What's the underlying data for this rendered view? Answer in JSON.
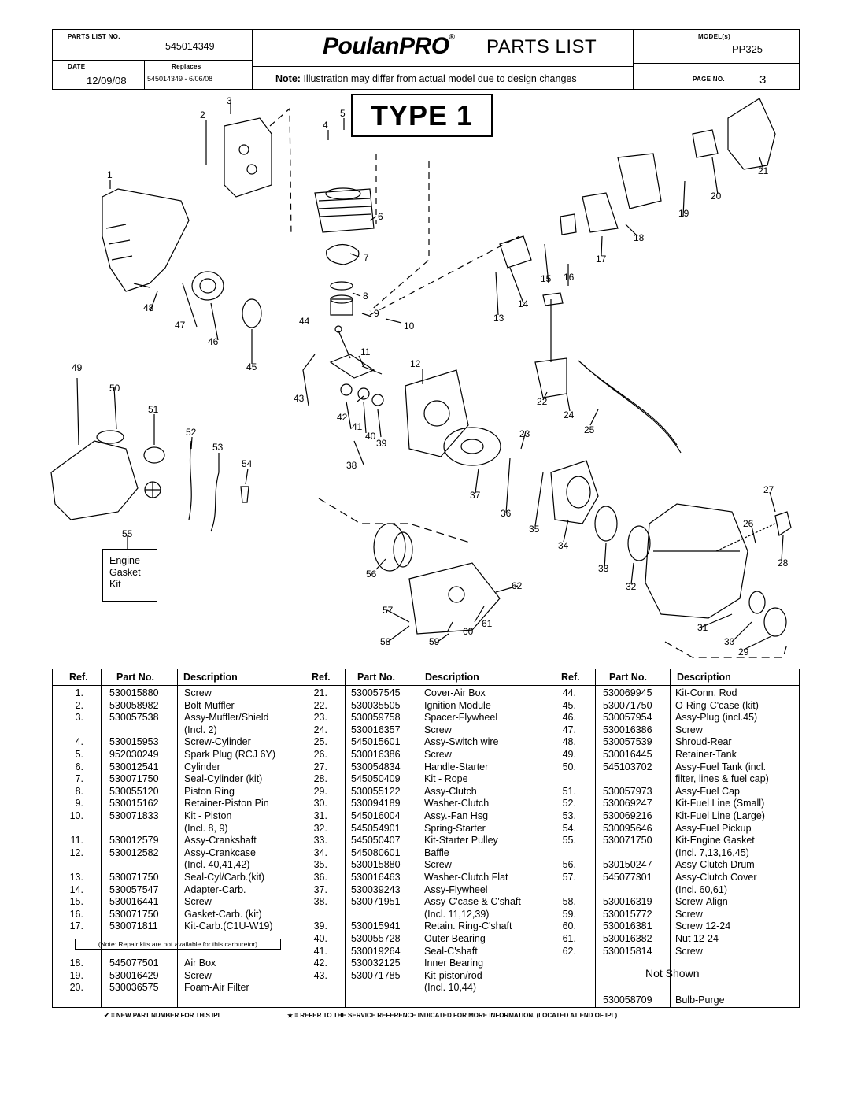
{
  "header": {
    "parts_list_no_label": "PARTS LIST NO.",
    "parts_list_no": "545014349",
    "date_label": "DATE",
    "date": "12/09/08",
    "replaces_label": "Replaces",
    "replaces": "545014349 - 6/06/08",
    "brand_poulan": "Poulan",
    "brand_pro": "PRO",
    "brand_reg": "®",
    "title": "PARTS LIST",
    "models_label": "MODEL(s)",
    "model": "PP325",
    "note_label": "Note:",
    "note_text": "Illustration may differ from actual model due to design changes",
    "page_label": "PAGE   NO.",
    "page_no": "3"
  },
  "type_label": "TYPE 1",
  "kit_box": {
    "line1": "Engine",
    "line2": "Gasket",
    "line3": "Kit"
  },
  "callouts": [
    "1",
    "2",
    "3",
    "4",
    "5",
    "6",
    "7",
    "8",
    "9",
    "10",
    "11",
    "12",
    "13",
    "14",
    "15",
    "16",
    "17",
    "18",
    "19",
    "20",
    "21",
    "22",
    "23",
    "24",
    "25",
    "26",
    "27",
    "28",
    "29",
    "30",
    "31",
    "32",
    "33",
    "34",
    "35",
    "36",
    "37",
    "38",
    "39",
    "40",
    "41",
    "42",
    "43",
    "44",
    "45",
    "46",
    "47",
    "48",
    "49",
    "50",
    "51",
    "52",
    "53",
    "54",
    "55",
    "56",
    "57",
    "58",
    "59",
    "60",
    "61",
    "62"
  ],
  "table_headers": {
    "ref": "Ref.",
    "part_no": "Part No.",
    "description": "Description"
  },
  "col1": [
    {
      "ref": "1.",
      "pn": "530015880",
      "desc": "Screw"
    },
    {
      "ref": "2.",
      "pn": "530058982",
      "desc": "Bolt-Muffler"
    },
    {
      "ref": "3.",
      "pn": "530057538",
      "desc": "Assy-Muffler/Shield"
    },
    {
      "ref": "",
      "pn": "",
      "desc": "(Incl. 2)"
    },
    {
      "ref": "4.",
      "pn": "530015953",
      "desc": "Screw-Cylinder"
    },
    {
      "ref": "5.",
      "pn": "952030249",
      "desc": "Spark Plug (RCJ 6Y)"
    },
    {
      "ref": "6.",
      "pn": "530012541",
      "desc": "Cylinder"
    },
    {
      "ref": "7.",
      "pn": "530071750",
      "desc": "Seal-Cylinder (kit)"
    },
    {
      "ref": "8.",
      "pn": "530055120",
      "desc": "Piston Ring"
    },
    {
      "ref": "9.",
      "pn": "530015162",
      "desc": "Retainer-Piston Pin"
    },
    {
      "ref": "10.",
      "pn": "530071833",
      "desc": "Kit - Piston"
    },
    {
      "ref": "",
      "pn": "",
      "desc": "(Incl. 8, 9)"
    },
    {
      "ref": "11.",
      "pn": "530012579",
      "desc": "Assy-Crankshaft"
    },
    {
      "ref": "12.",
      "pn": "530012582",
      "desc": "Assy-Crankcase"
    },
    {
      "ref": "",
      "pn": "",
      "desc": "(Incl. 40,41,42)"
    },
    {
      "ref": "13.",
      "pn": "530071750",
      "desc": "Seal-Cyl/Carb.(kit)"
    },
    {
      "ref": "14.",
      "pn": "530057547",
      "desc": "Adapter-Carb."
    },
    {
      "ref": "15.",
      "pn": "530016441",
      "desc": "Screw"
    },
    {
      "ref": "16.",
      "pn": "530071750",
      "desc": "Gasket-Carb. (kit)"
    },
    {
      "ref": "17.",
      "pn": "530071811",
      "desc": "Kit-Carb.(C1U-W19)"
    }
  ],
  "repair_note": "(Note: Repair kits are not available for this carburetor)",
  "col1b": [
    {
      "ref": "18.",
      "pn": "545077501",
      "desc": "Air Box"
    },
    {
      "ref": "19.",
      "pn": "530016429",
      "desc": "Screw"
    },
    {
      "ref": "20.",
      "pn": "530036575",
      "desc": "Foam-Air Filter"
    }
  ],
  "col2": [
    {
      "ref": "21.",
      "pn": "530057545",
      "desc": "Cover-Air Box"
    },
    {
      "ref": "22.",
      "pn": "530035505",
      "desc": "Ignition Module"
    },
    {
      "ref": "23.",
      "pn": "530059758",
      "desc": "Spacer-Flywheel"
    },
    {
      "ref": "24.",
      "pn": "530016357",
      "desc": "Screw"
    },
    {
      "ref": "25.",
      "pn": "545015601",
      "desc": "Assy-Switch wire"
    },
    {
      "ref": "26.",
      "pn": "530016386",
      "desc": "Screw"
    },
    {
      "ref": "27.",
      "pn": "530054834",
      "desc": "Handle-Starter"
    },
    {
      "ref": "28.",
      "pn": "545050409",
      "desc": "Kit - Rope"
    },
    {
      "ref": "29.",
      "pn": "530055122",
      "desc": "Assy-Clutch"
    },
    {
      "ref": "30.",
      "pn": "530094189",
      "desc": "Washer-Clutch"
    },
    {
      "ref": "31.",
      "pn": "545016004",
      "desc": "Assy.-Fan Hsg"
    },
    {
      "ref": "32.",
      "pn": "545054901",
      "desc": "Spring-Starter"
    },
    {
      "ref": "33.",
      "pn": "545050407",
      "desc": "Kit-Starter Pulley"
    },
    {
      "ref": "34.",
      "pn": "545080601",
      "desc": "Baffle"
    },
    {
      "ref": "35.",
      "pn": "530015880",
      "desc": "Screw"
    },
    {
      "ref": "36.",
      "pn": "530016463",
      "desc": "Washer-Clutch Flat"
    },
    {
      "ref": "37.",
      "pn": "530039243",
      "desc": "Assy-Flywheel"
    },
    {
      "ref": "38.",
      "pn": "530071951",
      "desc": "Assy-C'case & C'shaft"
    },
    {
      "ref": "",
      "pn": "",
      "desc": "(Incl. 11,12,39)"
    },
    {
      "ref": "39.",
      "pn": "530015941",
      "desc": "Retain. Ring-C'shaft"
    },
    {
      "ref": "40.",
      "pn": "530055728",
      "desc": "Outer Bearing"
    },
    {
      "ref": "41.",
      "pn": "530019264",
      "desc": "Seal-C'shaft"
    },
    {
      "ref": "42.",
      "pn": "530032125",
      "desc": "Inner Bearing"
    },
    {
      "ref": "43.",
      "pn": "530071785",
      "desc": "Kit-piston/rod"
    },
    {
      "ref": "",
      "pn": "",
      "desc": "(Incl. 10,44)"
    }
  ],
  "col3": [
    {
      "ref": "44.",
      "pn": "530069945",
      "desc": "Kit-Conn. Rod"
    },
    {
      "ref": "45.",
      "pn": "530071750",
      "desc": "O-Ring-C'case (kit)"
    },
    {
      "ref": "46.",
      "pn": "530057954",
      "desc": "Assy-Plug (incl.45)"
    },
    {
      "ref": "47.",
      "pn": "530016386",
      "desc": "Screw"
    },
    {
      "ref": "48.",
      "pn": "530057539",
      "desc": "Shroud-Rear"
    },
    {
      "ref": "49.",
      "pn": "530016445",
      "desc": "Retainer-Tank"
    },
    {
      "ref": "50.",
      "pn": "545103702",
      "desc": "Assy-Fuel Tank (incl."
    },
    {
      "ref": "",
      "pn": "",
      "desc": "filter, lines & fuel cap)"
    },
    {
      "ref": "51.",
      "pn": "530057973",
      "desc": "Assy-Fuel Cap"
    },
    {
      "ref": "52.",
      "pn": "530069247",
      "desc": "Kit-Fuel Line (Small)"
    },
    {
      "ref": "53.",
      "pn": "530069216",
      "desc": "Kit-Fuel Line (Large)"
    },
    {
      "ref": "54.",
      "pn": "530095646",
      "desc": "Assy-Fuel Pickup"
    },
    {
      "ref": "55.",
      "pn": "530071750",
      "desc": "Kit-Engine Gasket"
    },
    {
      "ref": "",
      "pn": "",
      "desc": "(Incl. 7,13,16,45)"
    },
    {
      "ref": "56.",
      "pn": "530150247",
      "desc": "Assy-Clutch Drum"
    },
    {
      "ref": "57.",
      "pn": "545077301",
      "desc": "Assy-Clutch Cover"
    },
    {
      "ref": "",
      "pn": "",
      "desc": "(Incl. 60,61)"
    },
    {
      "ref": "58.",
      "pn": "530016319",
      "desc": "Screw-Align"
    },
    {
      "ref": "59.",
      "pn": "530015772",
      "desc": "Screw"
    },
    {
      "ref": "60.",
      "pn": "530016381",
      "desc": "Screw 12-24"
    },
    {
      "ref": "61.",
      "pn": "530016382",
      "desc": "Nut 12-24"
    },
    {
      "ref": "62.",
      "pn": "530015814",
      "desc": "Screw"
    }
  ],
  "not_shown_label": "Not Shown",
  "not_shown": {
    "pn": "530058709",
    "desc": "Bulb-Purge"
  },
  "footer": {
    "left": "= NEW PART NUMBER FOR THIS  IPL",
    "right": "= REFER TO THE SERVICE REFERENCE INDICATED FOR MORE INFORMATION. (LOCATED AT END OF IPL)"
  }
}
